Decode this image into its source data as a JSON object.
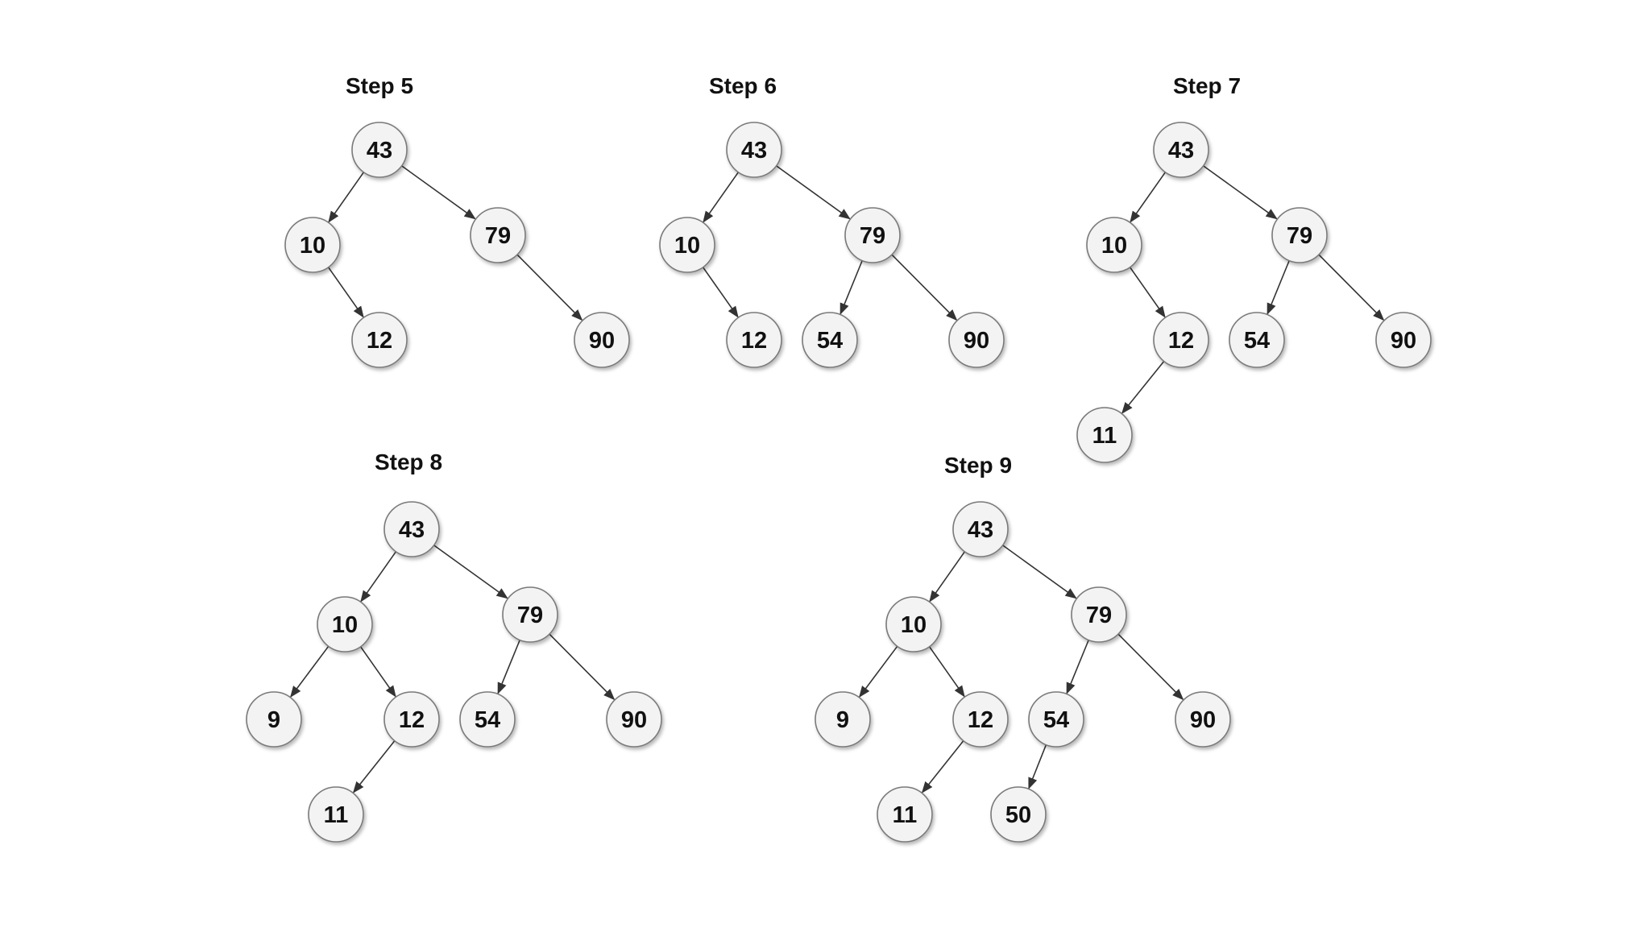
{
  "diagram": {
    "steps": [
      {
        "id": "step5",
        "title": "Step 5",
        "nodes": [
          {
            "id": "n43",
            "value": "43"
          },
          {
            "id": "n10",
            "value": "10"
          },
          {
            "id": "n79",
            "value": "79"
          },
          {
            "id": "n12",
            "value": "12"
          },
          {
            "id": "n90",
            "value": "90"
          }
        ],
        "edges": [
          [
            "n43",
            "n10"
          ],
          [
            "n43",
            "n79"
          ],
          [
            "n10",
            "n12"
          ],
          [
            "n79",
            "n90"
          ]
        ]
      },
      {
        "id": "step6",
        "title": "Step 6",
        "nodes": [
          {
            "id": "n43",
            "value": "43"
          },
          {
            "id": "n10",
            "value": "10"
          },
          {
            "id": "n79",
            "value": "79"
          },
          {
            "id": "n12",
            "value": "12"
          },
          {
            "id": "n54",
            "value": "54"
          },
          {
            "id": "n90",
            "value": "90"
          }
        ],
        "edges": [
          [
            "n43",
            "n10"
          ],
          [
            "n43",
            "n79"
          ],
          [
            "n10",
            "n12"
          ],
          [
            "n79",
            "n54"
          ],
          [
            "n79",
            "n90"
          ]
        ]
      },
      {
        "id": "step7",
        "title": "Step 7",
        "nodes": [
          {
            "id": "n43",
            "value": "43"
          },
          {
            "id": "n10",
            "value": "10"
          },
          {
            "id": "n79",
            "value": "79"
          },
          {
            "id": "n12",
            "value": "12"
          },
          {
            "id": "n54",
            "value": "54"
          },
          {
            "id": "n90",
            "value": "90"
          },
          {
            "id": "n11",
            "value": "11"
          }
        ],
        "edges": [
          [
            "n43",
            "n10"
          ],
          [
            "n43",
            "n79"
          ],
          [
            "n10",
            "n12"
          ],
          [
            "n79",
            "n54"
          ],
          [
            "n79",
            "n90"
          ],
          [
            "n12",
            "n11"
          ]
        ]
      },
      {
        "id": "step8",
        "title": "Step 8",
        "nodes": [
          {
            "id": "n43",
            "value": "43"
          },
          {
            "id": "n10",
            "value": "10"
          },
          {
            "id": "n79",
            "value": "79"
          },
          {
            "id": "n9",
            "value": "9"
          },
          {
            "id": "n12",
            "value": "12"
          },
          {
            "id": "n54",
            "value": "54"
          },
          {
            "id": "n90",
            "value": "90"
          },
          {
            "id": "n11",
            "value": "11"
          }
        ],
        "edges": [
          [
            "n43",
            "n10"
          ],
          [
            "n43",
            "n79"
          ],
          [
            "n10",
            "n9"
          ],
          [
            "n10",
            "n12"
          ],
          [
            "n79",
            "n54"
          ],
          [
            "n79",
            "n90"
          ],
          [
            "n12",
            "n11"
          ]
        ]
      },
      {
        "id": "step9",
        "title": "Step 9",
        "nodes": [
          {
            "id": "n43",
            "value": "43"
          },
          {
            "id": "n10",
            "value": "10"
          },
          {
            "id": "n79",
            "value": "79"
          },
          {
            "id": "n9",
            "value": "9"
          },
          {
            "id": "n12",
            "value": "12"
          },
          {
            "id": "n54",
            "value": "54"
          },
          {
            "id": "n90",
            "value": "90"
          },
          {
            "id": "n11",
            "value": "11"
          },
          {
            "id": "n50",
            "value": "50"
          }
        ],
        "edges": [
          [
            "n43",
            "n10"
          ],
          [
            "n43",
            "n79"
          ],
          [
            "n10",
            "n9"
          ],
          [
            "n10",
            "n12"
          ],
          [
            "n79",
            "n54"
          ],
          [
            "n79",
            "n90"
          ],
          [
            "n12",
            "n11"
          ],
          [
            "n54",
            "n50"
          ]
        ]
      }
    ]
  }
}
